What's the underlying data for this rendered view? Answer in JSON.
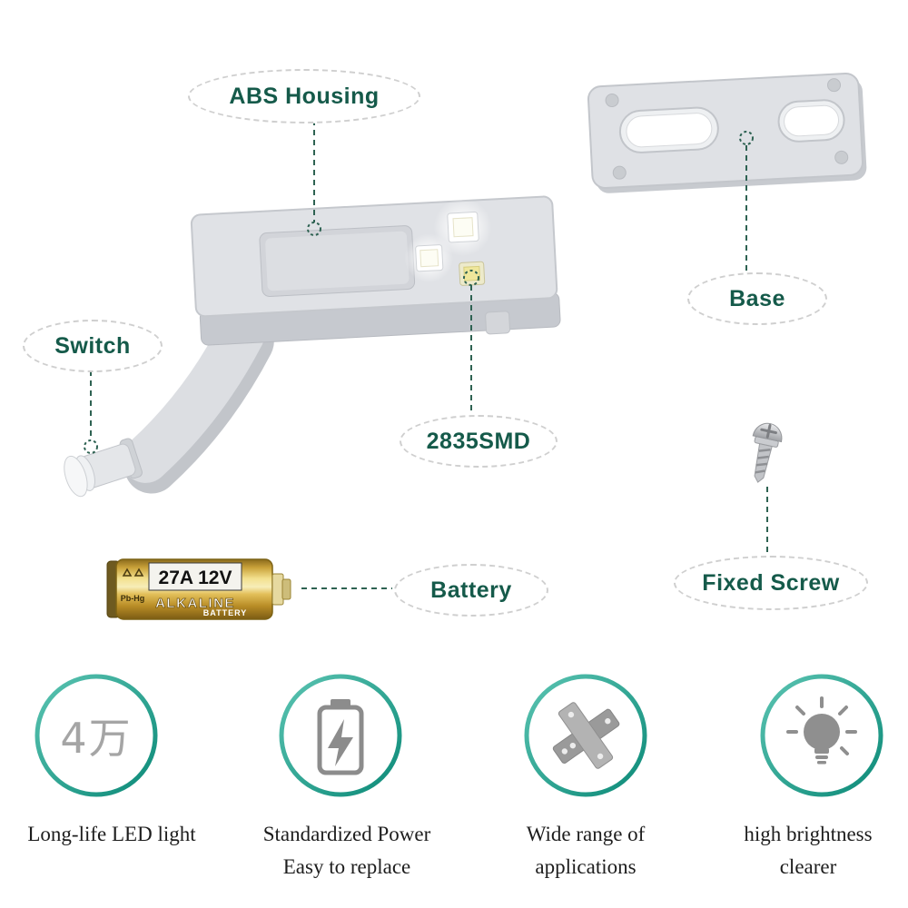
{
  "callouts": {
    "abs_housing": "ABS Housing",
    "base": "Base",
    "switch": "Switch",
    "smd": "2835SMD",
    "battery": "Battery",
    "fixed_screw": "Fixed Screw"
  },
  "battery_label": {
    "model": "27A 12V",
    "brand": "ALKALINE",
    "type": "BATTERY",
    "warning": "Pb-Hg"
  },
  "features": [
    {
      "icon": "led-lifespan",
      "badge": "4万",
      "line1": "Long-life LED light",
      "line2": ""
    },
    {
      "icon": "battery-power",
      "line1": "Standardized Power",
      "line2": "Easy to replace"
    },
    {
      "icon": "hinge",
      "line1": "Wide range of",
      "line2": "applications"
    },
    {
      "icon": "bulb",
      "line1": "high brightness",
      "line2": "clearer"
    }
  ],
  "colors": {
    "accent_teal": "#0c8a78",
    "accent_teal_light": "#5bc4b2",
    "label_green": "#155a4a",
    "product_gray": "#dfe1e5",
    "battery_gold": "#c79a2e"
  }
}
